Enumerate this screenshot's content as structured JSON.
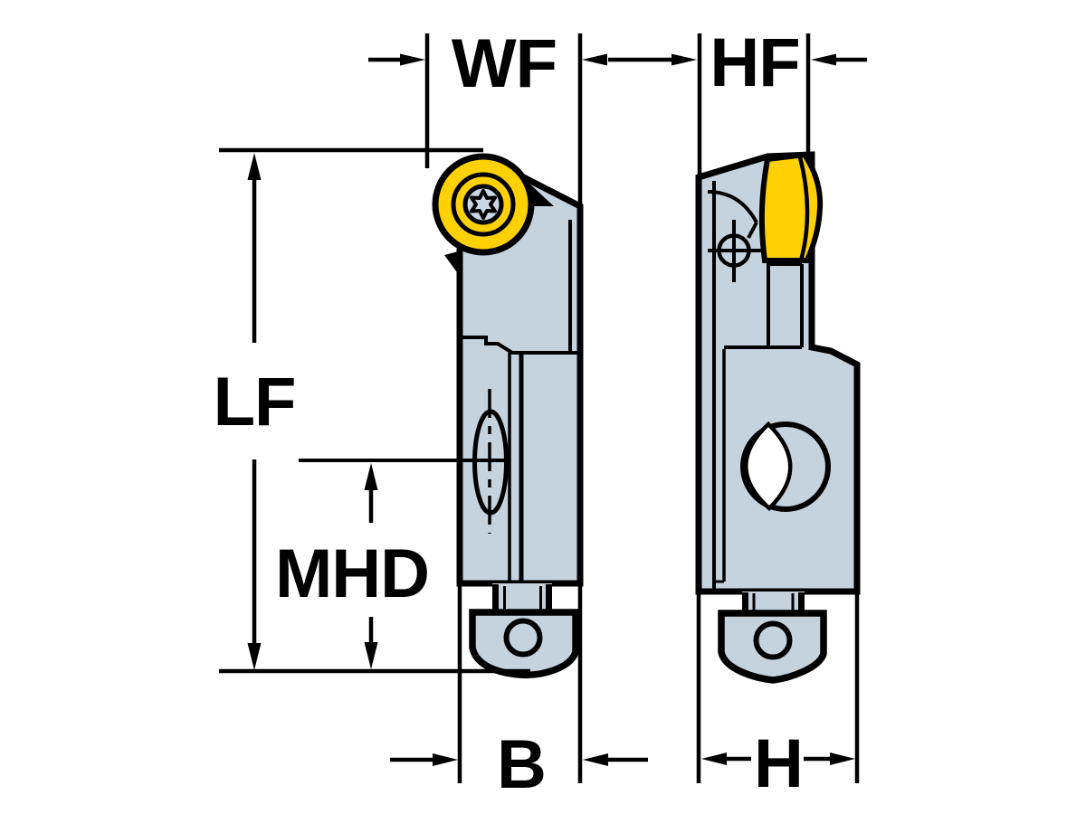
{
  "diagram": {
    "labels": {
      "wf": "WF",
      "hf": "HF",
      "lf": "LF",
      "mhd": "MHD",
      "b": "B",
      "h": "H"
    },
    "colors": {
      "outline": "#000000",
      "body": "#C5D3DF",
      "insert": "#FFD104",
      "screw": "#C9D7E3",
      "hole_highlight": "#FFFFFF",
      "background": "#FFFFFF"
    }
  }
}
